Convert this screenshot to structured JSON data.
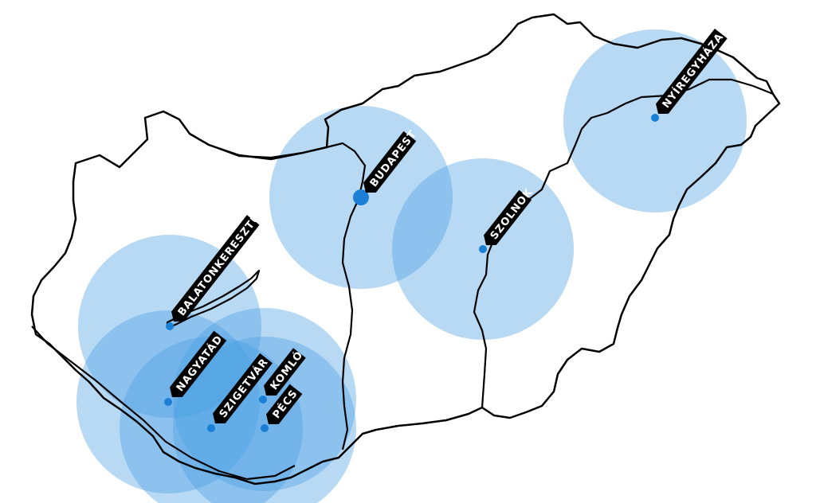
{
  "colors": {
    "circle_fill": "#4aa0e3",
    "circle_opacity": 0.4,
    "border": "#000000",
    "river": "#000000",
    "dot": "#1b7fd6",
    "label_bg": "#000000",
    "label_text": "#ffffff"
  },
  "map": {
    "country": "Hungary",
    "cities": [
      {
        "name": "BUDAPEST"
      },
      {
        "name": "SZOLNOK"
      },
      {
        "name": "NYÍREGYHÁZA"
      },
      {
        "name": "BALATONKERESZTÚR"
      },
      {
        "name": "NAGYATÁD"
      },
      {
        "name": "SZIGETVÁR"
      },
      {
        "name": "KOMLÓ"
      },
      {
        "name": "PÉCS"
      }
    ]
  }
}
